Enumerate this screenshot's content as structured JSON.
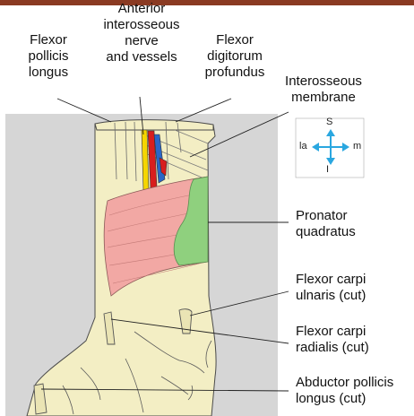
{
  "labels": {
    "flexor_pollicis_longus": [
      "Flexor",
      "pollicis",
      "longus"
    ],
    "anterior_interosseous": [
      "Anterior",
      "interosseous",
      "nerve",
      "and vessels"
    ],
    "flexor_digitorum_profundus": [
      "Flexor",
      "digitorum",
      "profundus"
    ],
    "interosseous_membrane": [
      "Interosseous",
      "membrane"
    ],
    "pronator_quadratus": [
      "Pronator",
      "quadratus"
    ],
    "flexor_carpi_ulnaris": [
      "Flexor carpi",
      "ulnaris (cut)"
    ],
    "flexor_carpi_radialis": [
      "Flexor carpi",
      "radialis (cut)"
    ],
    "abductor_pollicis_longus": [
      "Abductor pollicis",
      "longus (cut)"
    ]
  },
  "orientation": {
    "superior": "S",
    "inferior": "I",
    "lateral": "la",
    "medial": "m"
  },
  "colors": {
    "photo_strip": "#8a3a22",
    "background_grey": "#d6d6d6",
    "bone": "#f3eec4",
    "muscle_pink": "#f2a8a4",
    "muscle_green": "#8fd07e",
    "nerve_yellow": "#f5d600",
    "artery_red": "#d81e1e",
    "vein_blue": "#2a66c8",
    "arrow_blue": "#2aa7e0"
  }
}
